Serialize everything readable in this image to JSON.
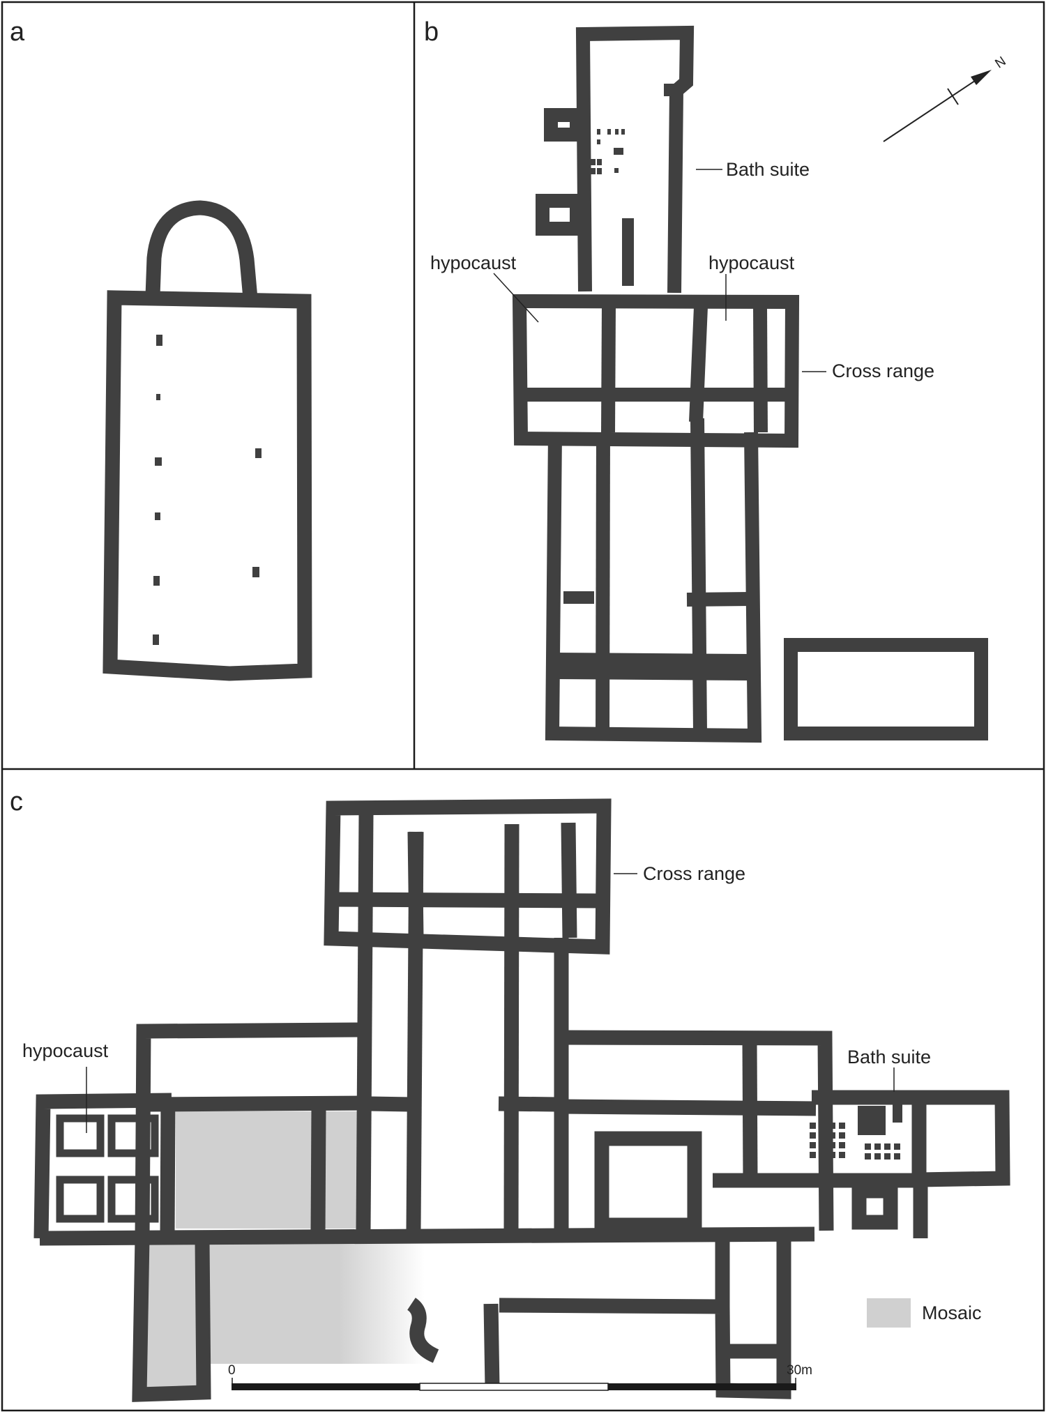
{
  "panels": {
    "a": {
      "letter": "a"
    },
    "b": {
      "letter": "b",
      "labels": {
        "bath_suite": "Bath suite",
        "hypocaust_left": "hypocaust",
        "hypocaust_right": "hypocaust",
        "cross_range": "Cross range"
      },
      "north_arrow": {
        "label": "N"
      }
    },
    "c": {
      "letter": "c",
      "labels": {
        "cross_range": "Cross range",
        "hypocaust": "hypocaust",
        "bath_suite": "Bath suite"
      },
      "legend": {
        "mosaic_label": "Mosaic"
      },
      "scale_bar": {
        "start_label": "0",
        "end_label": "30m"
      }
    }
  },
  "colors": {
    "wall": "#404040",
    "mosaic": "#d0d0d0",
    "frame": "#1a1a1a",
    "text": "#222222",
    "background": "#ffffff"
  }
}
